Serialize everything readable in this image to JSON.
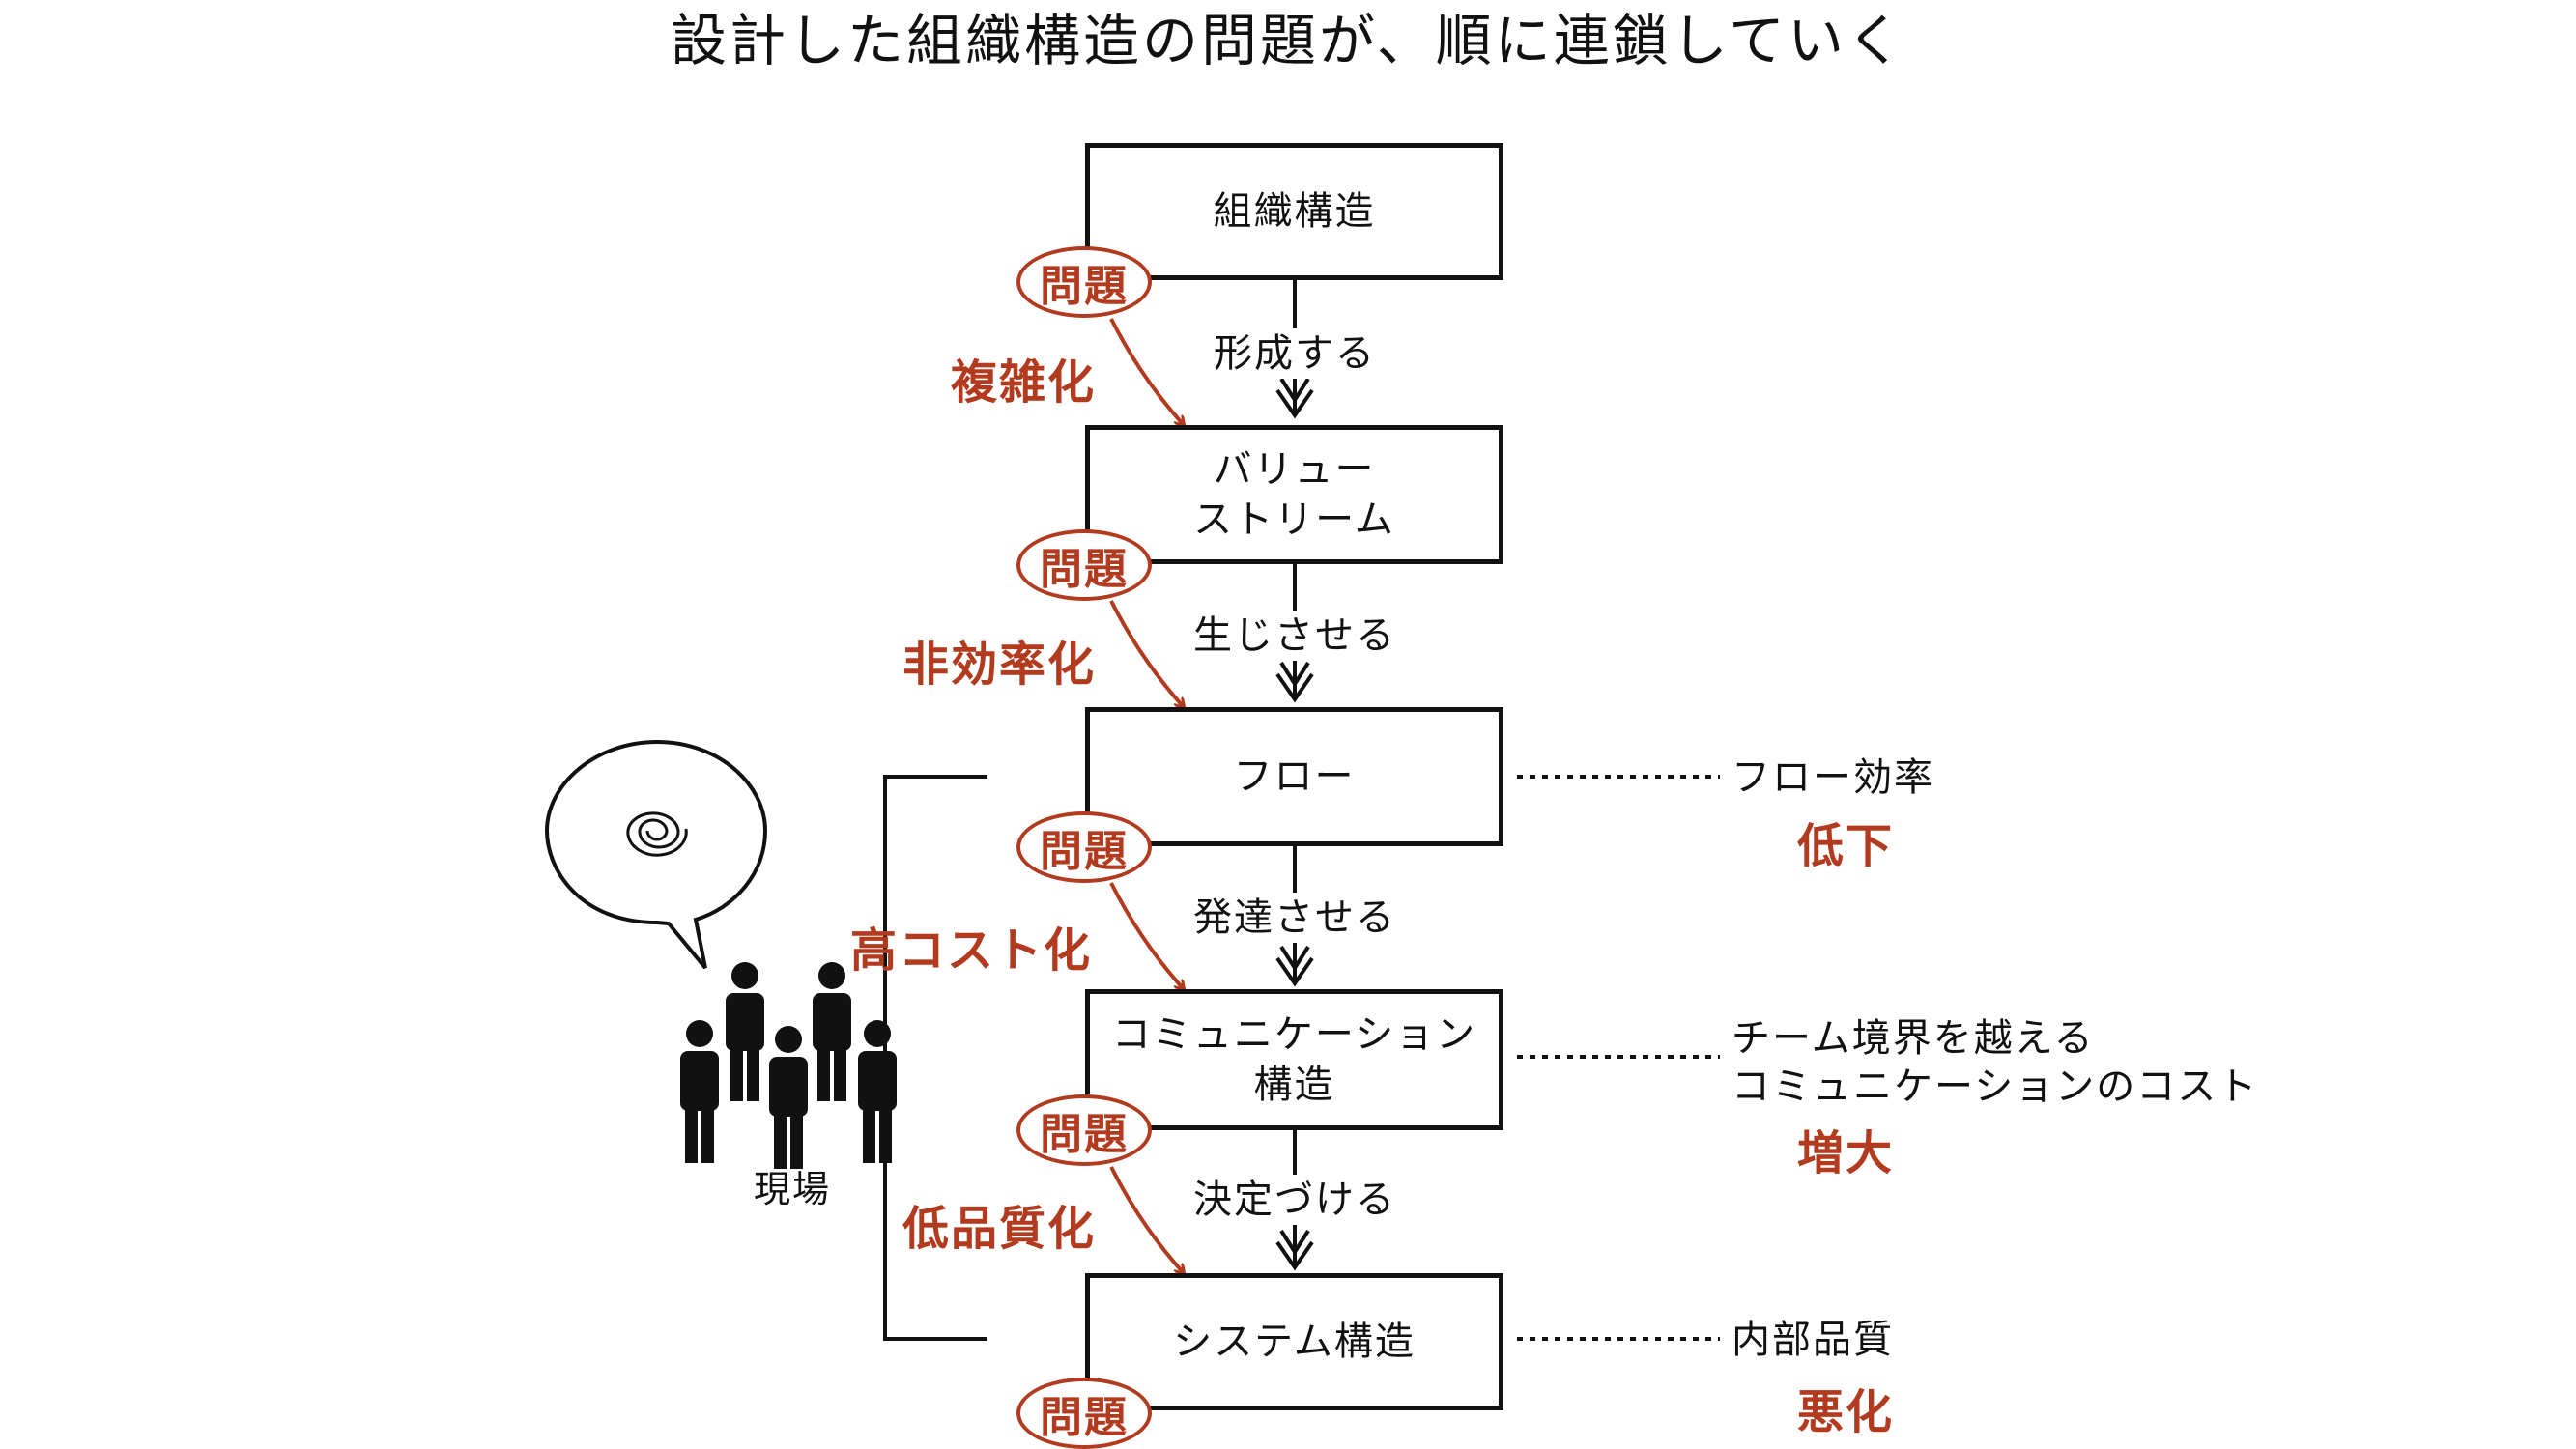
{
  "title": "設計した組織構造の問題が、順に連鎖していく",
  "colors": {
    "accent": "#b23a1e",
    "ink": "#111111"
  },
  "boxes": [
    {
      "lines": [
        "組織構造"
      ]
    },
    {
      "lines": [
        "バリュー",
        "ストリーム"
      ]
    },
    {
      "lines": [
        "フロー"
      ]
    },
    {
      "lines": [
        "コミュニケーション",
        "構造"
      ]
    },
    {
      "lines": [
        "システム構造"
      ]
    }
  ],
  "verbs": [
    "形成する",
    "生じさせる",
    "発達させる",
    "決定づける"
  ],
  "problem_label": "問題",
  "problem_effects": [
    "複雑化",
    "非効率化",
    "高コスト化",
    "低品質化"
  ],
  "side_notes": [
    {
      "lines": [
        "フロー効率"
      ],
      "result": "低下"
    },
    {
      "lines": [
        "チーム境界を越える",
        "コミュニケーションのコスト"
      ],
      "result": "増大"
    },
    {
      "lines": [
        "内部品質"
      ],
      "result": "悪化"
    }
  ],
  "site_label": "現場",
  "icons": [
    "confused-speech-bubble-icon",
    "people-group-icon"
  ]
}
